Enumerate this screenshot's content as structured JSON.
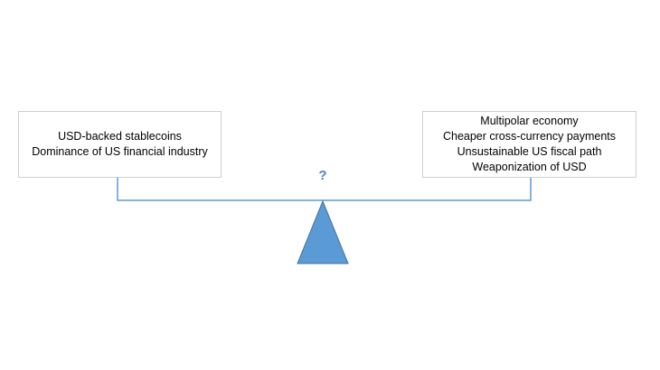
{
  "colors": {
    "beam": "#5b9bd5",
    "fulcrum_fill": "#5b9bd5",
    "fulcrum_stroke": "#41719c",
    "question_mark": "#4f81bd",
    "box_border": "#cfcfcf"
  },
  "left_box": {
    "lines": [
      "USD-backed stablecoins",
      "Dominance of US financial industry"
    ]
  },
  "right_box": {
    "lines": [
      "Multipolar economy",
      "Cheaper cross-currency payments",
      "Unsustainable US fiscal path",
      "Weaponization of USD"
    ]
  },
  "question_mark": "?"
}
